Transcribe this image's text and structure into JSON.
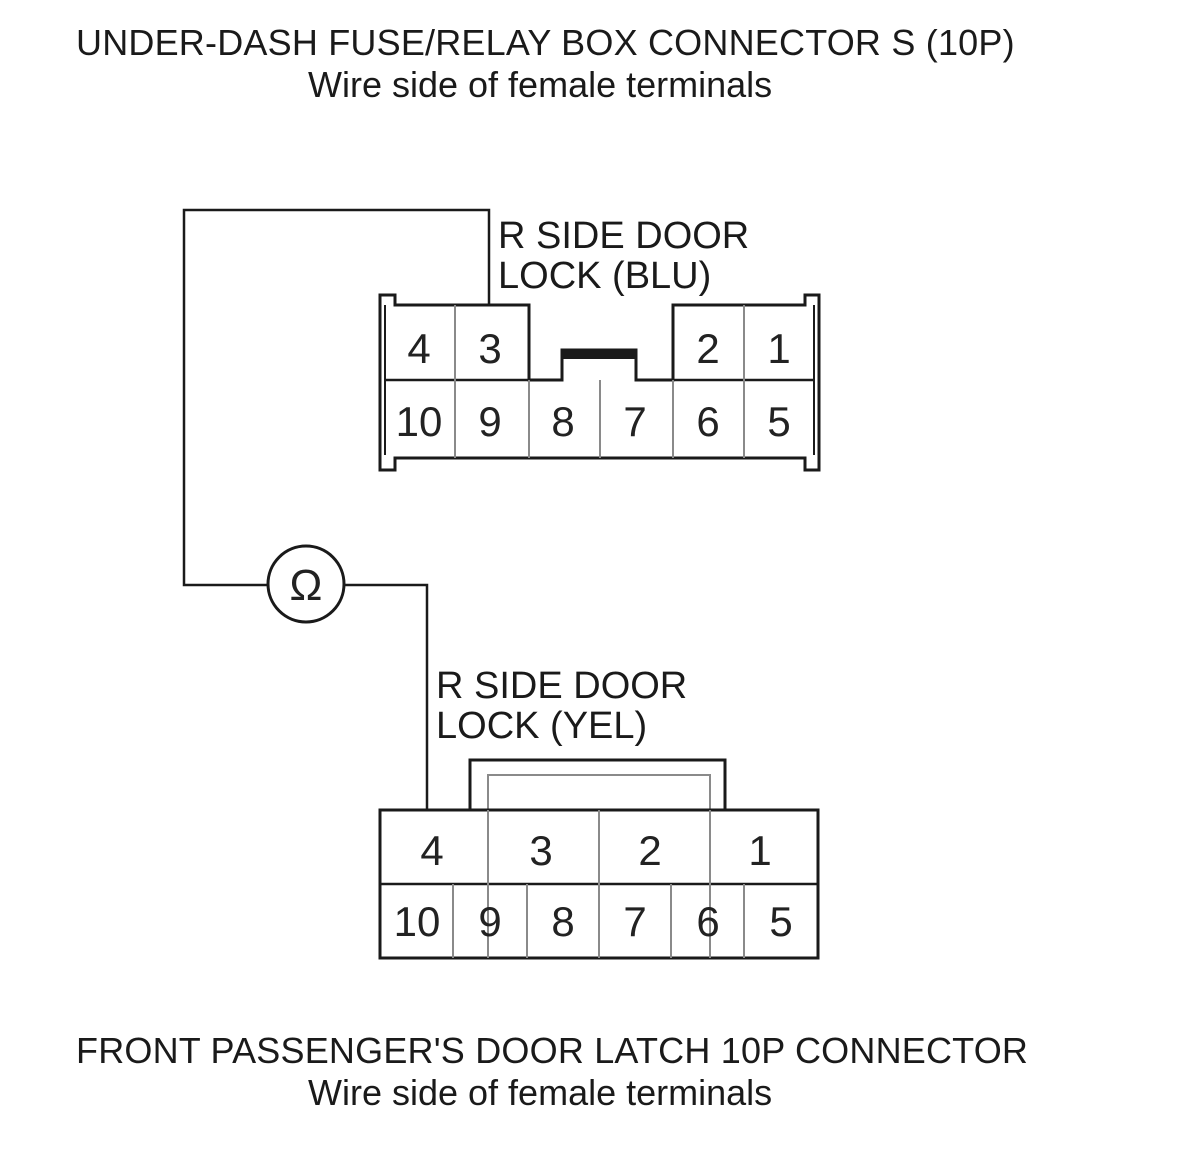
{
  "top_connector": {
    "title": "UNDER-DASH FUSE/RELAY BOX CONNECTOR S (10P)",
    "subtitle": "Wire side of female terminals",
    "wire_label_line1": "R SIDE DOOR",
    "wire_label_line2": "LOCK (BLU)",
    "top_row_left": [
      "4",
      "3"
    ],
    "top_row_right": [
      "2",
      "1"
    ],
    "bottom_row": [
      "10",
      "9",
      "8",
      "7",
      "6",
      "5"
    ]
  },
  "meter": {
    "symbol": "Ω"
  },
  "bottom_connector": {
    "title": "FRONT PASSENGER'S DOOR LATCH 10P CONNECTOR",
    "subtitle": "Wire side of female terminals",
    "wire_label_line1": "R SIDE DOOR",
    "wire_label_line2": "LOCK (YEL)",
    "top_row": [
      "4",
      "3",
      "2",
      "1"
    ],
    "bottom_row": [
      "10",
      "9",
      "8",
      "7",
      "6",
      "5"
    ]
  },
  "colors": {
    "line": "#1a1a1a",
    "divider": "#8a8a8a",
    "background": "#ffffff"
  }
}
